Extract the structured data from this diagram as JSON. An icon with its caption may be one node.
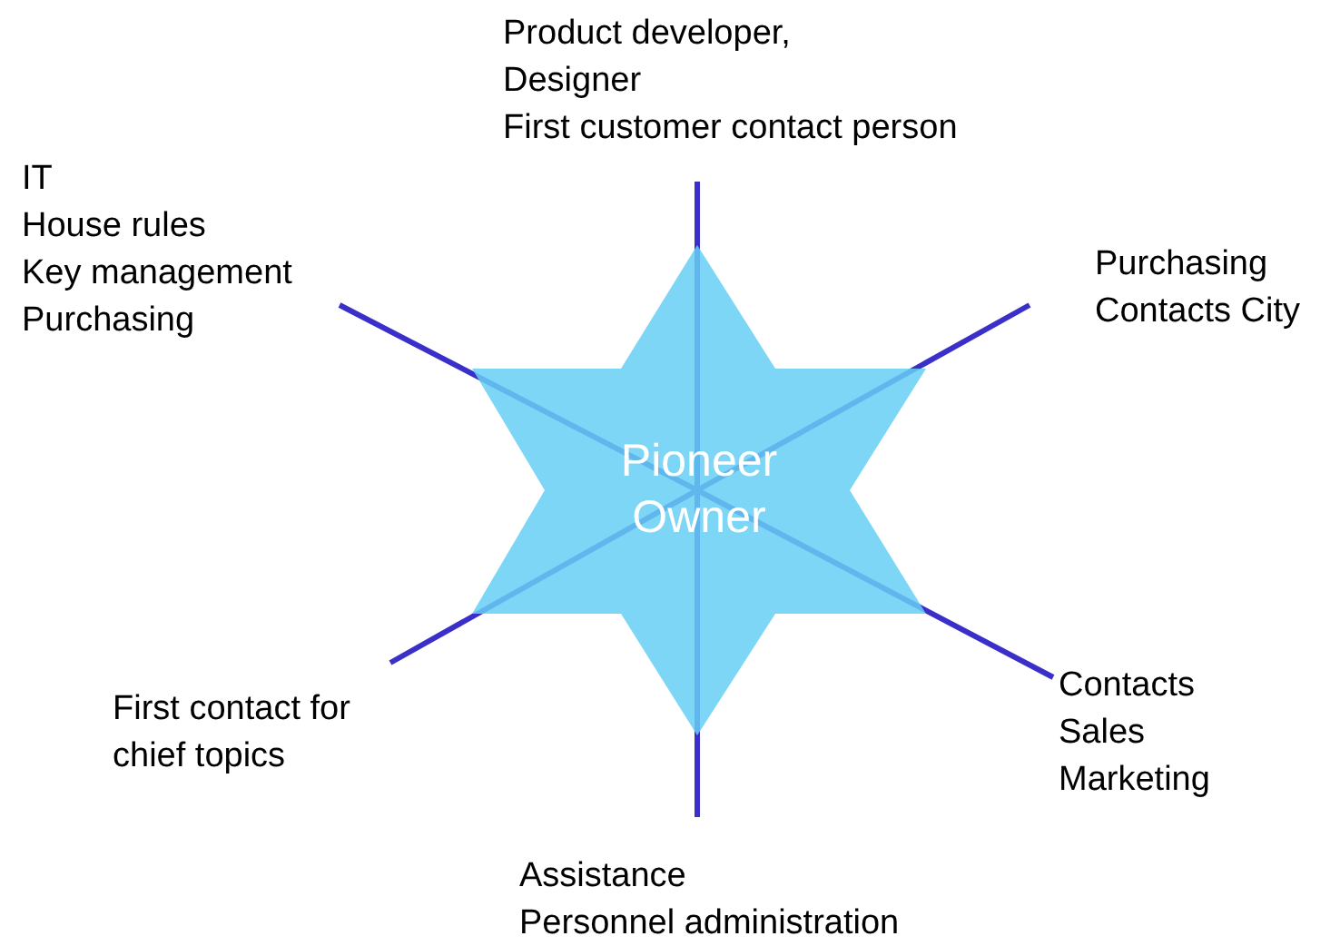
{
  "diagram": {
    "nodes": [
      {
        "text": [
          "Pioneer Owner"
        ]
      },
      {
        "text": [
          "Product developer,",
          "Designer",
          "First customer contact person"
        ]
      },
      {
        "text": [
          "Purchasing",
          "Contacts City"
        ]
      },
      {
        "text": [
          "Contacts",
          "Sales",
          "Marketing"
        ]
      },
      {
        "text": [
          "Assistance",
          "Personnel administration"
        ]
      },
      {
        "text": [
          "First contact for chief topics"
        ]
      },
      {
        "text": [
          "IT",
          "House rules",
          "Key management",
          "Purchasing"
        ]
      }
    ],
    "edges": [
      {
        "from": 0,
        "to": 1,
        "arrow": "none"
      },
      {
        "from": 0,
        "to": 2,
        "arrow": "none"
      },
      {
        "from": 0,
        "to": 3,
        "arrow": "none"
      },
      {
        "from": 0,
        "to": 4,
        "arrow": "none"
      },
      {
        "from": 0,
        "to": 5,
        "arrow": "none"
      },
      {
        "from": 0,
        "to": 6,
        "arrow": "none"
      }
    ]
  }
}
